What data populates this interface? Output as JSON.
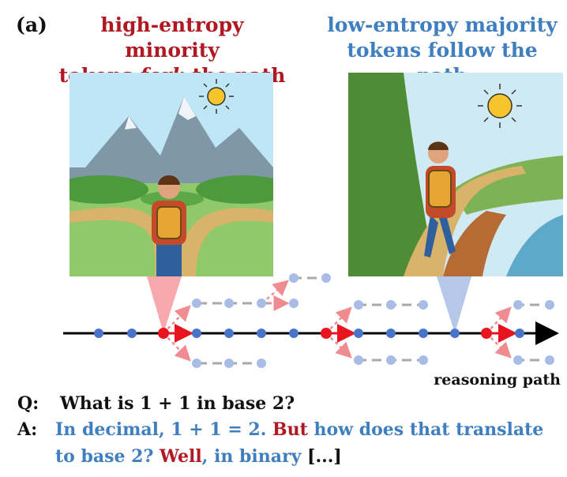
{
  "panel_label": "(a)",
  "left_caption": {
    "line1": "high-entropy minority",
    "line2_start": "tokens ",
    "line2_emph": "fork",
    "line2_end": " the path"
  },
  "right_caption": {
    "line1": "low-entropy majority",
    "line2": "tokens follow the path"
  },
  "axis_label": "reasoning path",
  "question": {
    "tag": "Q:",
    "text": "What is 1 + 1 in base 2?"
  },
  "answer": {
    "tag": "A:",
    "segments_line1": [
      {
        "text": "In decimal, 1 + 1 = 2. ",
        "color": "blue"
      },
      {
        "text": "But",
        "color": "red"
      },
      {
        "text": " how does that translate",
        "color": "blue"
      }
    ],
    "segments_line2": [
      {
        "text": "to base 2? ",
        "color": "blue"
      },
      {
        "text": "Well",
        "color": "red"
      },
      {
        "text": ", in binary ",
        "color": "blue"
      },
      {
        "text": "[...]",
        "color": "black"
      }
    ]
  },
  "colors": {
    "high_entropy": "#b01822",
    "low_entropy": "#3f7fbf",
    "main_node": "#4a74c8",
    "fork_node": "#e8141e",
    "branch_node": "#a9bce6",
    "branch_line": "#a8a8a8",
    "fork_cone": "#f7a9ae",
    "follow_cone": "#b6c8ea"
  },
  "icons": [
    "fork-cone",
    "follow-cone",
    "axis-arrow",
    "sun-icon",
    "hiker-icon"
  ]
}
